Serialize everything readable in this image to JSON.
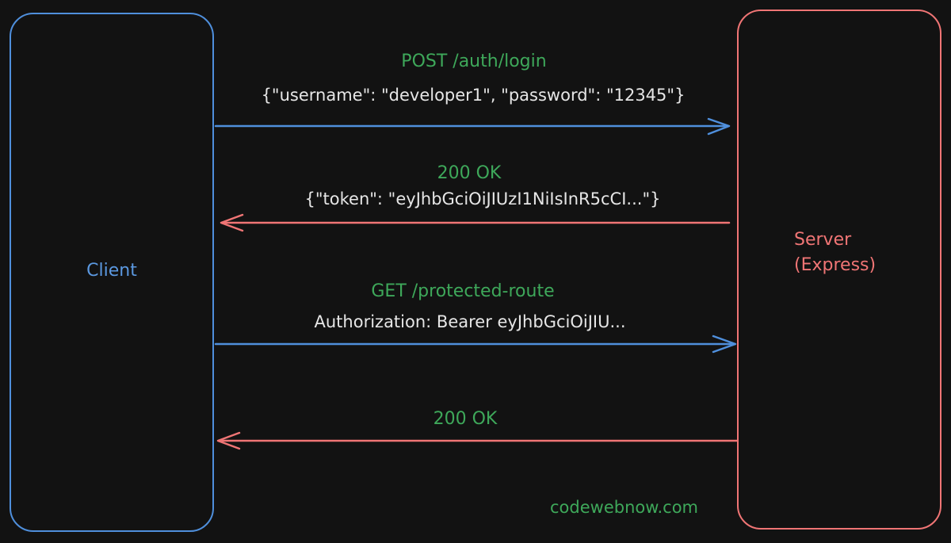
{
  "participants": {
    "client": {
      "label": "Client",
      "color": "#4f8fdc"
    },
    "server": {
      "label_lines": [
        "Server",
        "(Express)"
      ],
      "color": "#f07575"
    }
  },
  "messages": [
    {
      "direction": "client-to-server",
      "title": "POST /auth/login",
      "body": "{\"username\": \"developer1\", \"password\": \"12345\"}"
    },
    {
      "direction": "server-to-client",
      "title": "200 OK",
      "body": "{\"token\": \"eyJhbGciOiJIUzI1NiIsInR5cCI...\"}"
    },
    {
      "direction": "client-to-server",
      "title": "GET /protected-route",
      "body": "Authorization: Bearer eyJhbGciOiJIU..."
    },
    {
      "direction": "server-to-client",
      "title": "200 OK",
      "body": ""
    }
  ],
  "watermark": "codewebnow.com",
  "colors": {
    "background": "#121212",
    "request_arrow": "#4f8fdc",
    "response_arrow": "#f07575",
    "message_title": "#3ea85a",
    "message_body": "#e6e6e6"
  }
}
